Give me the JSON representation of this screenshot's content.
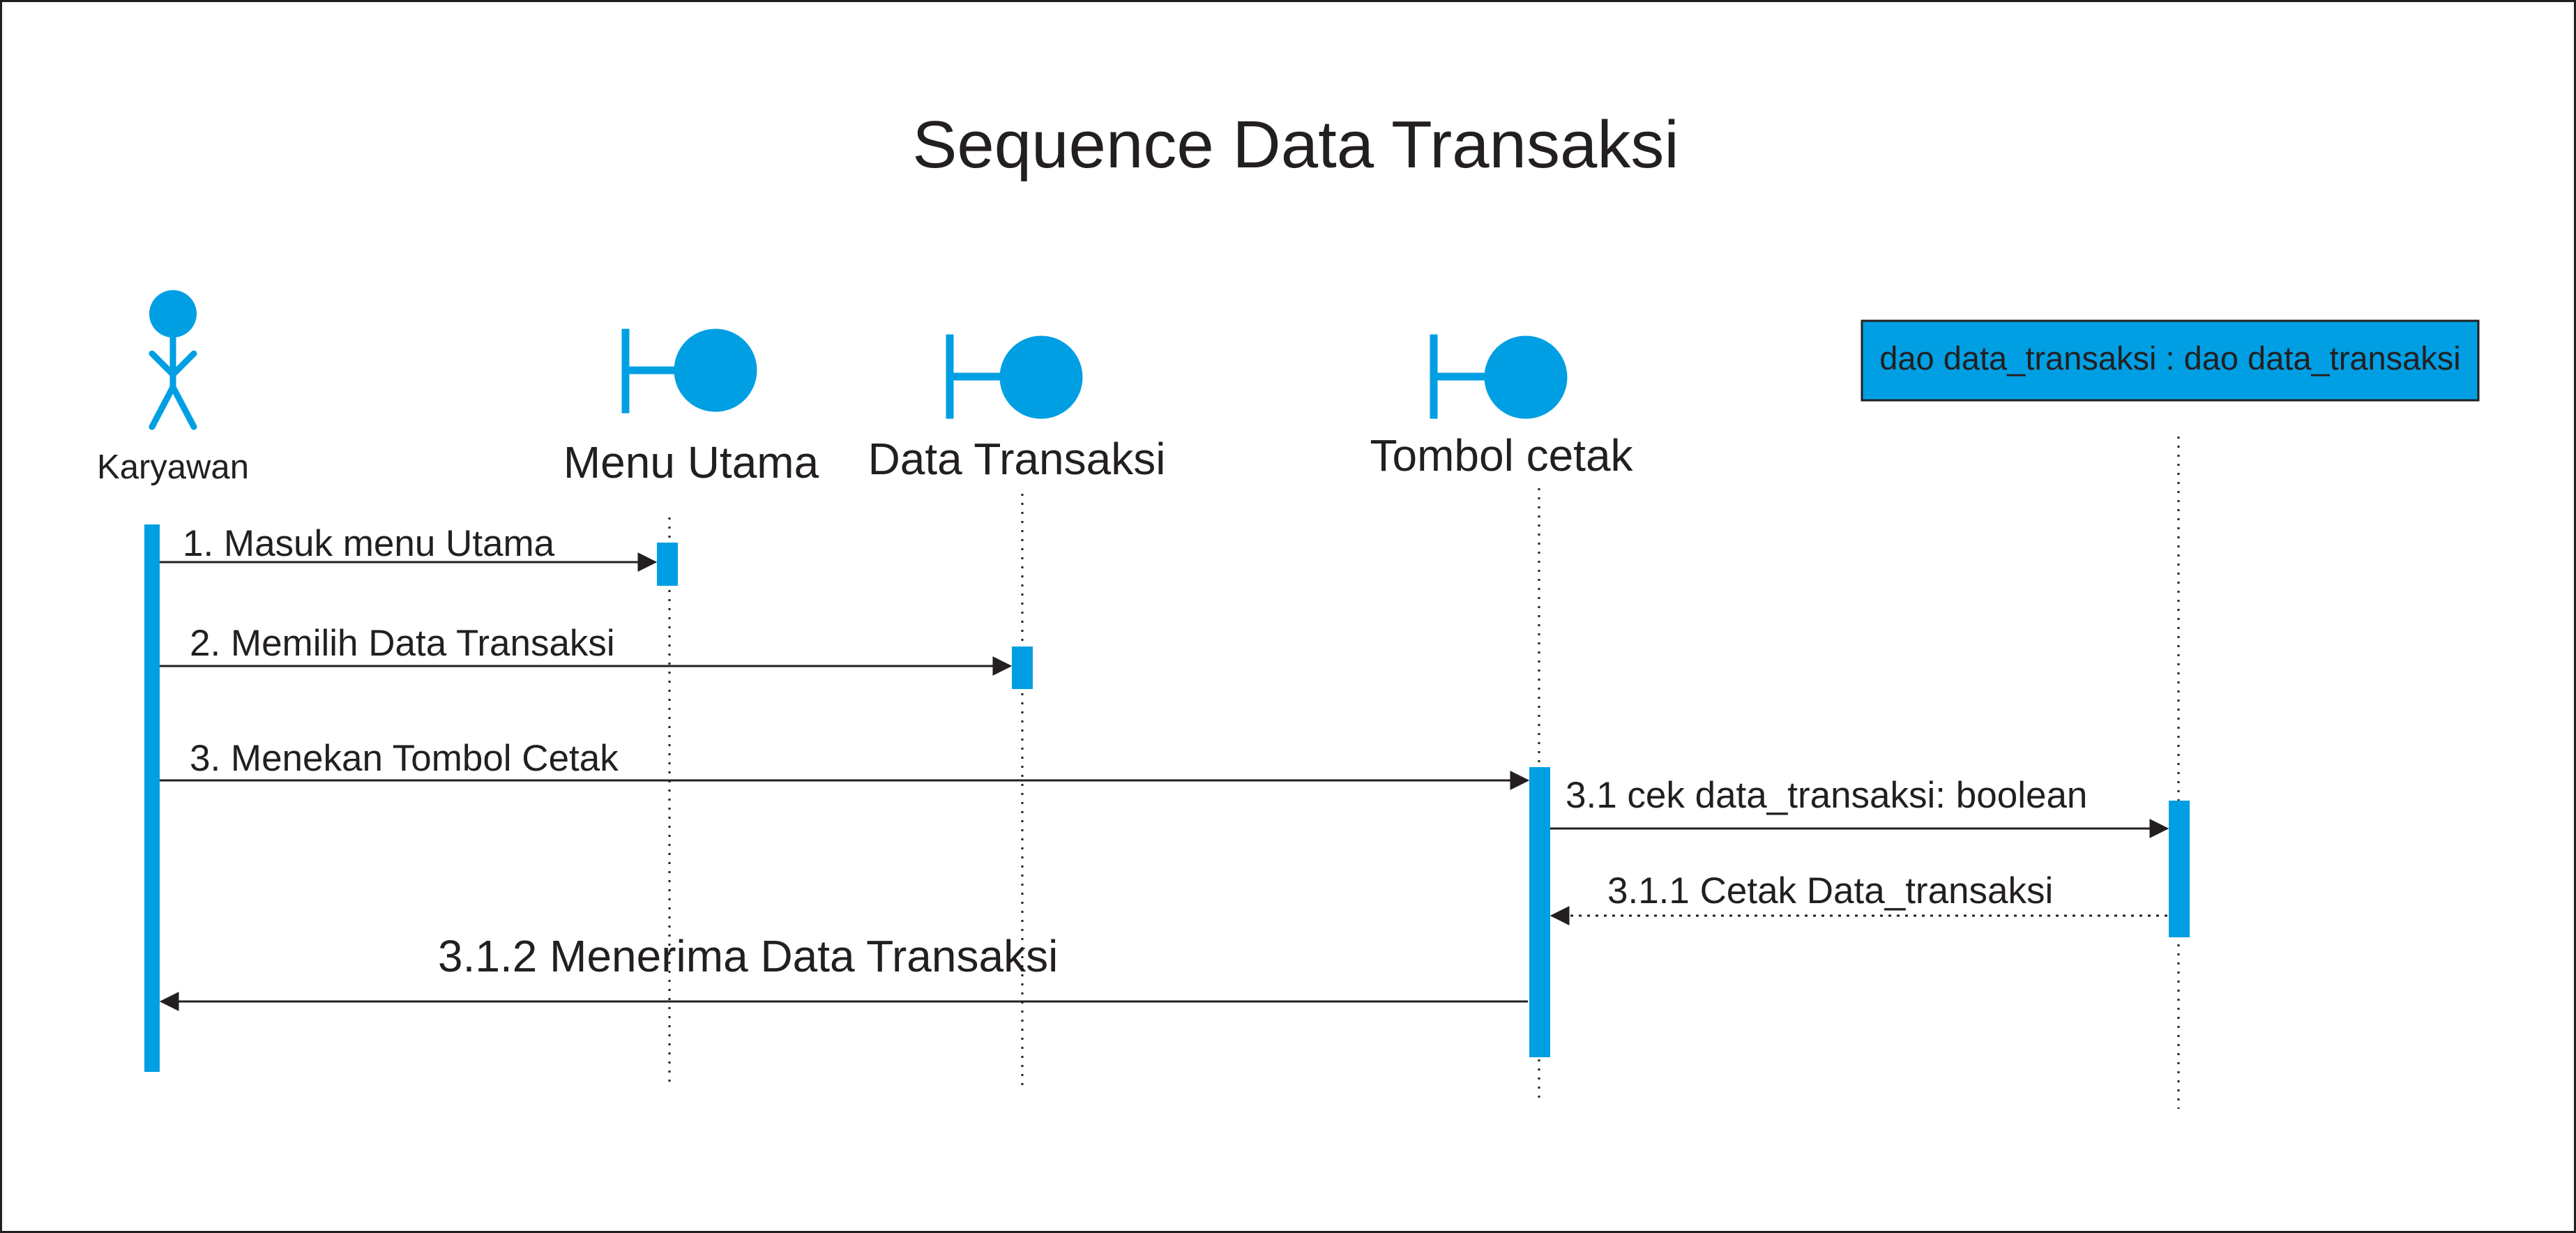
{
  "diagram": {
    "title": "Sequence Data Transaksi",
    "accent_color": "#009fe3",
    "line_color": "#231f20",
    "participants": [
      {
        "id": "karyawan",
        "type": "actor",
        "label": "Karyawan"
      },
      {
        "id": "menu-utama",
        "type": "boundary",
        "label": "Menu Utama"
      },
      {
        "id": "data-transaksi",
        "type": "boundary",
        "label": "Data Transaksi"
      },
      {
        "id": "tombol-cetak",
        "type": "boundary",
        "label": "Tombol cetak"
      },
      {
        "id": "dao",
        "type": "object",
        "label": "dao data_transaksi : dao data_transaksi"
      }
    ],
    "messages": [
      {
        "from": "karyawan",
        "to": "menu-utama",
        "label": "1. Masuk menu Utama",
        "style": "sync"
      },
      {
        "from": "karyawan",
        "to": "data-transaksi",
        "label": "2. Memilih Data Transaksi",
        "style": "sync"
      },
      {
        "from": "karyawan",
        "to": "tombol-cetak",
        "label": "3. Menekan Tombol Cetak",
        "style": "sync"
      },
      {
        "from": "tombol-cetak",
        "to": "dao",
        "label": "3.1 cek data_transaksi: boolean",
        "style": "sync"
      },
      {
        "from": "dao",
        "to": "tombol-cetak",
        "label": "3.1.1 Cetak Data_transaksi",
        "style": "return"
      },
      {
        "from": "tombol-cetak",
        "to": "karyawan",
        "label": "3.1.2 Menerima Data Transaksi",
        "style": "sync"
      }
    ]
  }
}
